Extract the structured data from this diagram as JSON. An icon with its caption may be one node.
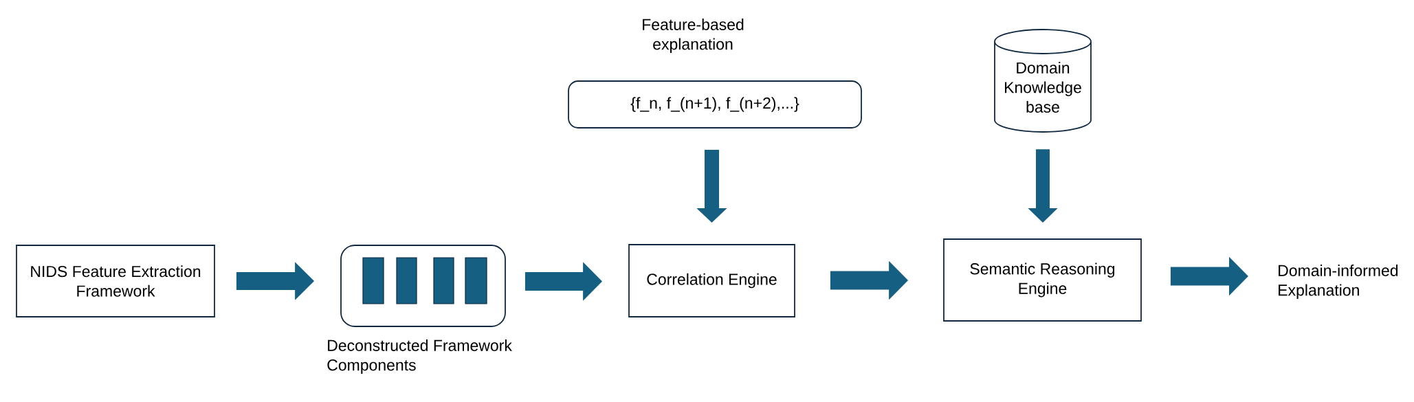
{
  "diagram": {
    "nodes": [
      {
        "text": [
          "NIDS Feature Extraction Framework"
        ]
      },
      {
        "text": [],
        "shape": "box",
        "beside": [
          "Deconstructed Framework Components"
        ]
      },
      {
        "text": [
          "{f_n, f_(n+1), f_(n+2),...}"
        ],
        "beside": [
          "Feature-based explanation"
        ]
      },
      {
        "text": [
          "Correlation Engine"
        ]
      },
      {
        "text": [
          "Domain Knowledge base"
        ]
      },
      {
        "text": [
          "Semantic Reasoning Engine"
        ]
      },
      {
        "text": [
          "Domain-informed Explanation"
        ]
      }
    ],
    "edges": [
      {
        "from": 0,
        "to": 1,
        "arrow": "to"
      },
      {
        "from": 1,
        "to": 3,
        "arrow": "to"
      },
      {
        "from": 2,
        "to": 3,
        "arrow": "to"
      },
      {
        "from": 3,
        "to": 5,
        "arrow": "to"
      },
      {
        "from": 4,
        "to": 5,
        "arrow": "to"
      },
      {
        "from": 5,
        "to": 6,
        "arrow": "to"
      }
    ]
  }
}
